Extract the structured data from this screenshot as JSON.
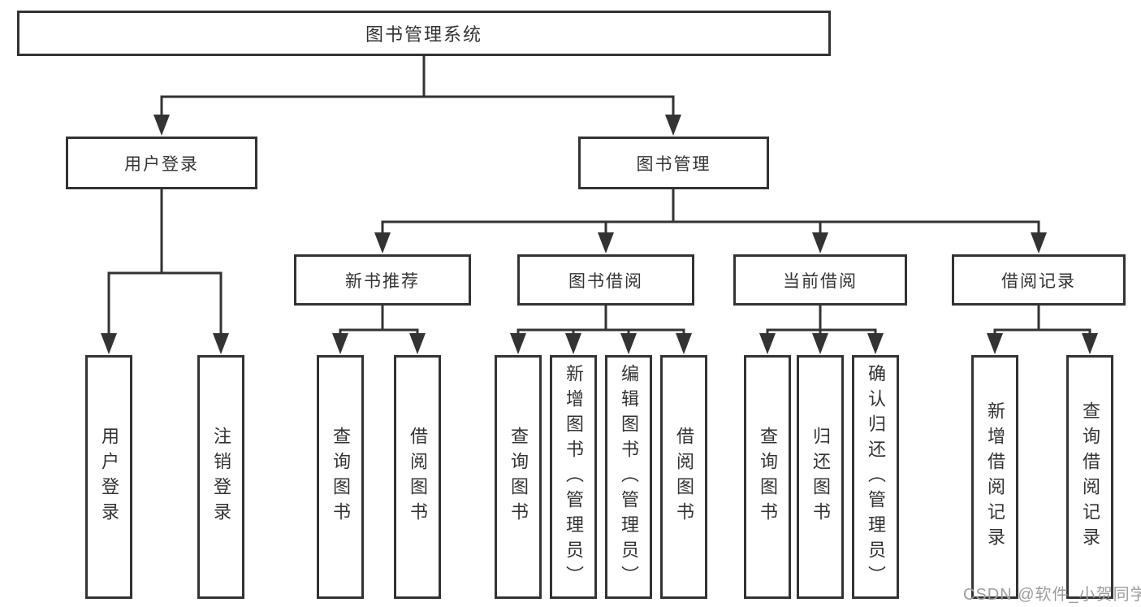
{
  "diagram": {
    "root": {
      "label": "图书管理系统"
    },
    "branches": [
      {
        "label": "用户登录",
        "children": [
          "用户登录",
          "注销登录"
        ]
      },
      {
        "label": "图书管理",
        "groups": [
          {
            "label": "新书推荐",
            "children": [
              "查询图书",
              "借阅图书"
            ]
          },
          {
            "label": "图书借阅",
            "children": [
              "查询图书",
              "新增图书（管理员）",
              "编辑图书（管理员）",
              "借阅图书"
            ]
          },
          {
            "label": "当前借阅",
            "children": [
              "查询图书",
              "归还图书",
              "确认归还（管理员）"
            ]
          },
          {
            "label": "借阅记录",
            "children": [
              "新增借阅记录",
              "查询借阅记录"
            ]
          }
        ]
      }
    ],
    "watermark": "CSDN @软件_小贺同学",
    "colors": {
      "line": "#333333",
      "text": "#333333",
      "watermark": "#9c9c9c",
      "background": "#ffffff"
    }
  }
}
